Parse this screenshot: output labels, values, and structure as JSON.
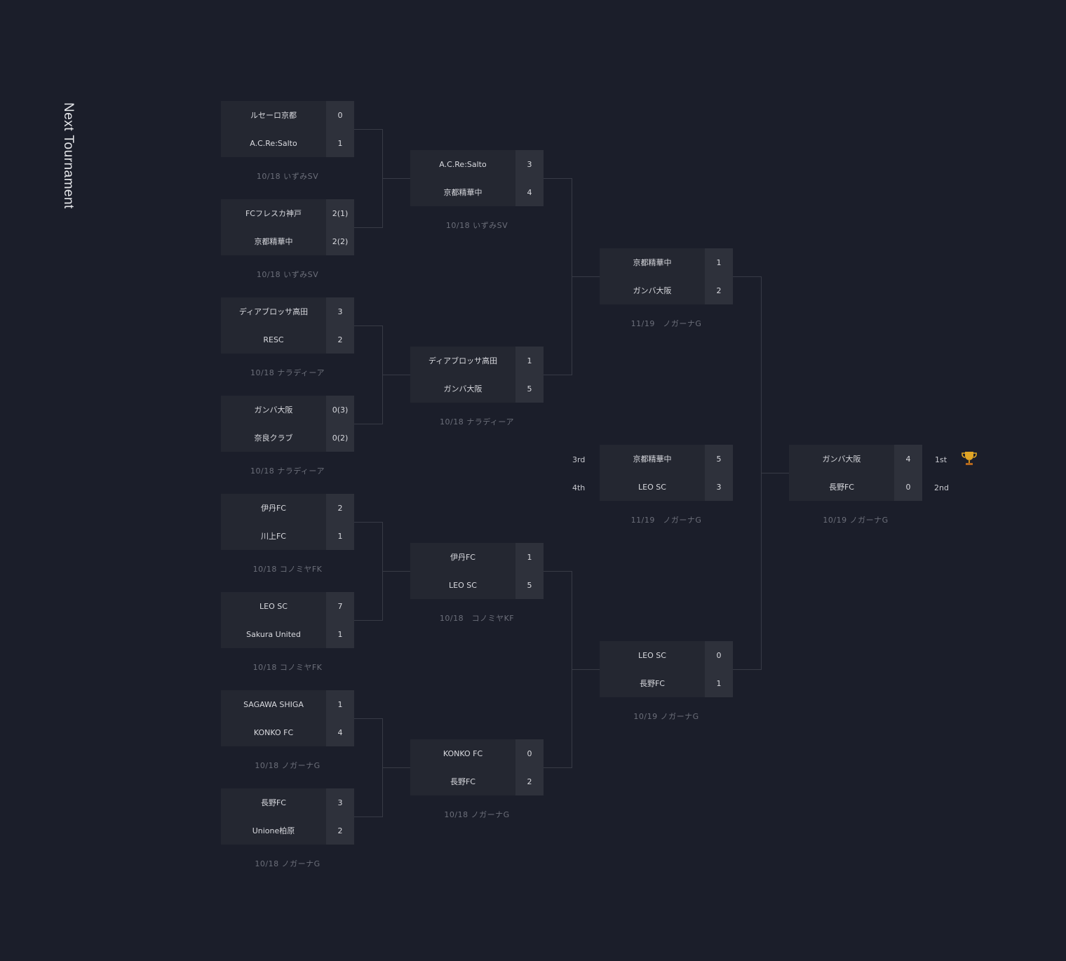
{
  "title": "Next Tournament",
  "matches": [
    {
      "id": "r1m1",
      "teams": [
        "ルセーロ京都",
        "A.C.Re:Salto"
      ],
      "scores": [
        "0",
        "1"
      ],
      "date": "10/18 いずみSV"
    },
    {
      "id": "r1m2",
      "teams": [
        "FCフレスカ神戸",
        "京都精華中"
      ],
      "scores": [
        "2(1)",
        "2(2)"
      ],
      "date": "10/18 いずみSV"
    },
    {
      "id": "r1m3",
      "teams": [
        "ディアブロッサ高田",
        "RESC"
      ],
      "scores": [
        "3",
        "2"
      ],
      "date": "10/18 ナラディーア"
    },
    {
      "id": "r1m4",
      "teams": [
        "ガンバ大阪",
        "奈良クラブ"
      ],
      "scores": [
        "0(3)",
        "0(2)"
      ],
      "date": "10/18 ナラディーア"
    },
    {
      "id": "r1m5",
      "teams": [
        "伊丹FC",
        "川上FC"
      ],
      "scores": [
        "2",
        "1"
      ],
      "date": "10/18 コノミヤFK"
    },
    {
      "id": "r1m6",
      "teams": [
        "LEO SC",
        "Sakura United"
      ],
      "scores": [
        "7",
        "1"
      ],
      "date": "10/18 コノミヤFK"
    },
    {
      "id": "r1m7",
      "teams": [
        "SAGAWA SHIGA",
        "KONKO FC"
      ],
      "scores": [
        "1",
        "4"
      ],
      "date": "10/18 ノガーナG"
    },
    {
      "id": "r1m8",
      "teams": [
        "長野FC",
        "Unione柏原"
      ],
      "scores": [
        "3",
        "2"
      ],
      "date": "10/18 ノガーナG"
    },
    {
      "id": "r2m1",
      "teams": [
        "A.C.Re:Salto",
        "京都精華中"
      ],
      "scores": [
        "3",
        "4"
      ],
      "date": "10/18 いずみSV"
    },
    {
      "id": "r2m2",
      "teams": [
        "ディアブロッサ高田",
        "ガンバ大阪"
      ],
      "scores": [
        "1",
        "5"
      ],
      "date": "10/18 ナラディーア"
    },
    {
      "id": "r2m3",
      "teams": [
        "伊丹FC",
        "LEO SC"
      ],
      "scores": [
        "1",
        "5"
      ],
      "date": "10/18　コノミヤKF"
    },
    {
      "id": "r2m4",
      "teams": [
        "KONKO FC",
        "長野FC"
      ],
      "scores": [
        "0",
        "2"
      ],
      "date": "10/18 ノガーナG"
    },
    {
      "id": "sf1",
      "teams": [
        "京都精華中",
        "ガンバ大阪"
      ],
      "scores": [
        "1",
        "2"
      ],
      "date": "11/19　ノガーナG"
    },
    {
      "id": "sf2",
      "teams": [
        "LEO SC",
        "長野FC"
      ],
      "scores": [
        "0",
        "1"
      ],
      "date": "10/19 ノガーナG"
    },
    {
      "id": "third",
      "teams": [
        "京都精華中",
        "LEO SC"
      ],
      "scores": [
        "5",
        "3"
      ],
      "date": "11/19　ノガーナG"
    },
    {
      "id": "final",
      "teams": [
        "ガンバ大阪",
        "長野FC"
      ],
      "scores": [
        "4",
        "0"
      ],
      "date": "10/19 ノガーナG"
    }
  ],
  "ranks": {
    "third": "3rd",
    "fourth": "4th",
    "first": "1st",
    "second": "2nd"
  },
  "colors": {
    "background": "#1b1e2a",
    "team_cell": "#242731",
    "score_cell": "#2e313b",
    "line": "#383b46",
    "trophy": "#e0a526"
  }
}
